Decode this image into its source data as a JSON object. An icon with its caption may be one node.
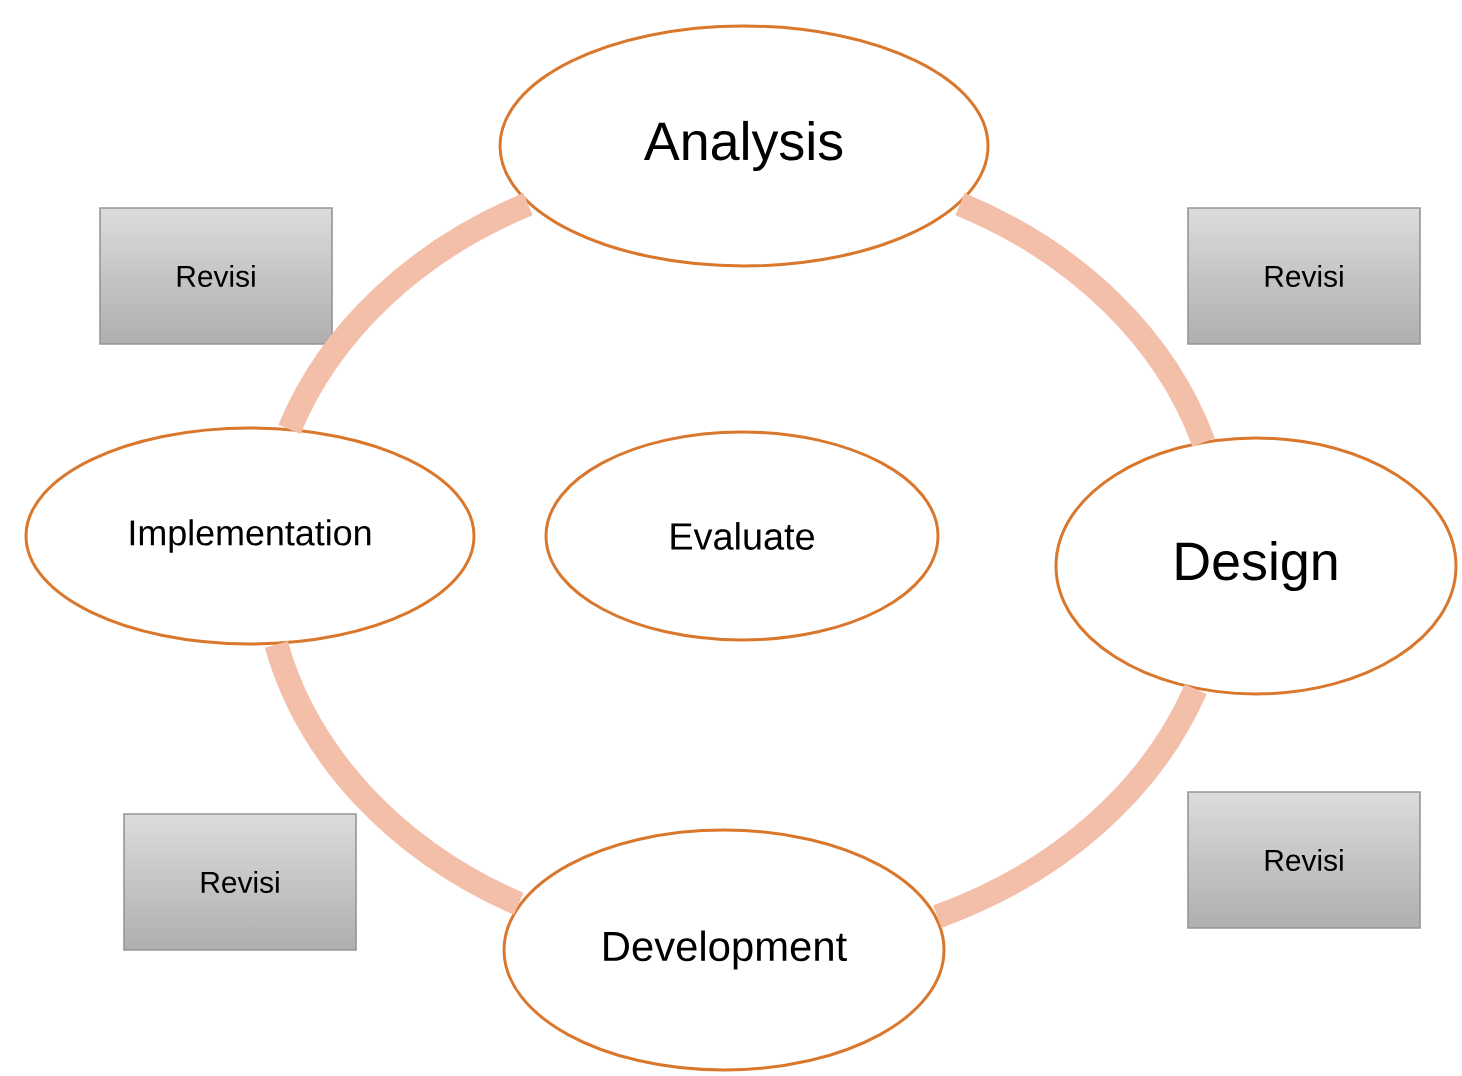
{
  "diagram": {
    "nodes": [
      {
        "text": [
          "Analysis"
        ]
      },
      {
        "text": [
          "Design"
        ]
      },
      {
        "text": [
          "Development"
        ]
      },
      {
        "text": [
          "Implementation"
        ]
      },
      {
        "text": [
          "Evaluate"
        ]
      },
      {
        "text": [
          "Revisi"
        ]
      },
      {
        "text": [
          "Revisi"
        ]
      },
      {
        "text": [
          "Revisi"
        ]
      },
      {
        "text": [
          "Revisi"
        ]
      }
    ],
    "edges": [
      {
        "from": 0,
        "to": 1,
        "arrow": "none"
      },
      {
        "from": 1,
        "to": 2,
        "arrow": "none"
      },
      {
        "from": 2,
        "to": 3,
        "arrow": "none"
      },
      {
        "from": 3,
        "to": 0,
        "arrow": "none"
      }
    ]
  }
}
